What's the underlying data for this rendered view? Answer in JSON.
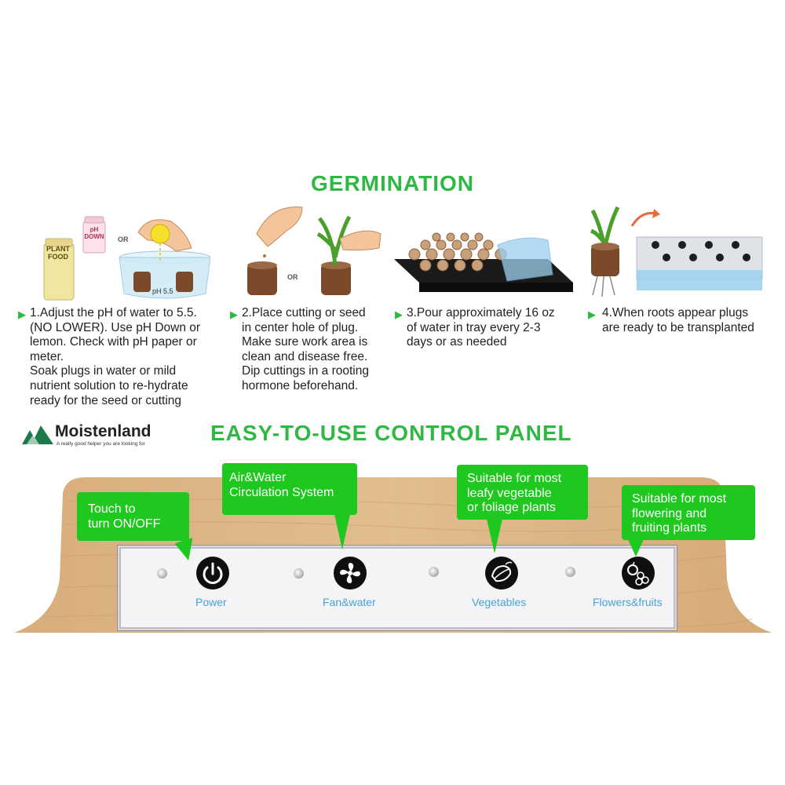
{
  "germination": {
    "title": "GERMINATION",
    "steps": [
      {
        "text": "1.Adjust the pH of water to 5.5.\n(NO LOWER). Use pH Down or\nlemon. Check with pH paper or\nmeter.\nSoak plugs in water or mild\nnutrient solution to re-hydrate\nready for the seed or cutting"
      },
      {
        "text": "2.Place cutting or seed\nin center hole of plug.\nMake sure work area is\nclean and disease free.\nDip cuttings in a rooting\nhormone beforehand."
      },
      {
        "text": "3.Pour approximately 16 oz\nof water in tray every 2-3\ndays or as needed"
      },
      {
        "text": "4.When roots appear plugs\nare ready to be transplanted"
      }
    ],
    "illustrations": {
      "plant_food": "PLANT\nFOOD",
      "ph_down": "pH\nDOWN",
      "or_1": "OR",
      "ph_55": "pH 5.5",
      "or_2": "OR"
    }
  },
  "brand": {
    "name": "Moistenland",
    "tagline": "A really good helper you are looking for"
  },
  "control_panel": {
    "title": "EASY-TO-USE CONTROL PANEL",
    "buttons": [
      {
        "label": "Power",
        "icon": "power-icon"
      },
      {
        "label": "Fan&water",
        "icon": "fan-icon"
      },
      {
        "label": "Vegetables",
        "icon": "vegetables-icon"
      },
      {
        "label": "Flowers&fruits",
        "icon": "flowers-fruits-icon"
      }
    ],
    "callouts": [
      "Touch to\nturn ON/OFF",
      "Air&Water\nCirculation System",
      "Suitable for most\nleafy vegetable\nor foliage plants",
      "Suitable for most\nflowering and\nfruiting plants"
    ]
  },
  "colors": {
    "accent_green": "#2fb843",
    "callout_green": "#1ec81e",
    "label_blue": "#49a2d8",
    "wood": "#dcb488"
  }
}
